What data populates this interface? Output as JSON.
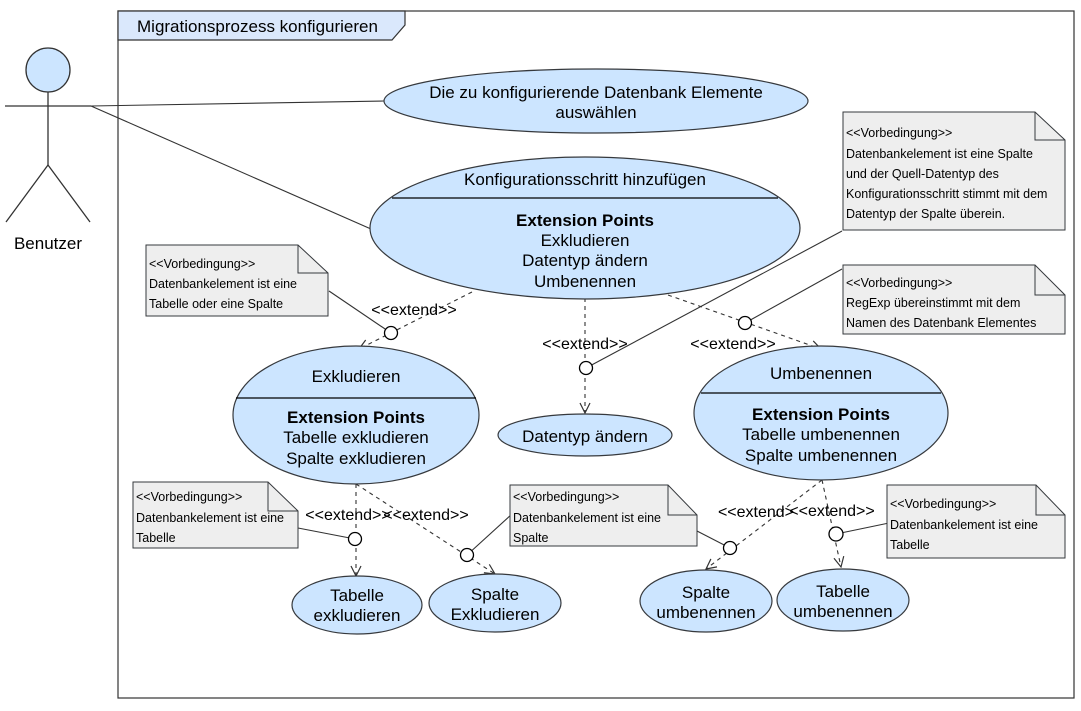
{
  "frame_title": "Migrationsprozess konfigurieren",
  "actor": {
    "label": "Benutzer"
  },
  "extend_label": "<<extend>>",
  "extension_points_title": "Extension Points",
  "use_cases": {
    "select": {
      "line1": "Die zu konfigurierende Datenbank Elemente",
      "line2": "auswählen"
    },
    "add_step": {
      "title": "Konfigurationsschritt hinzufügen",
      "points": [
        "Exkludieren",
        "Datentyp ändern",
        "Umbenennen"
      ]
    },
    "exclude": {
      "title": "Exkludieren",
      "points": [
        "Tabelle exkludieren",
        "Spalte exkludieren"
      ]
    },
    "datatype": {
      "label": "Datentyp ändern"
    },
    "rename": {
      "title": "Umbenennen",
      "points": [
        "Tabelle umbenennen",
        "Spalte umbenennen"
      ]
    },
    "table_exclude": {
      "line1": "Tabelle",
      "line2": "exkludieren"
    },
    "column_exclude": {
      "line1": "Spalte",
      "line2": "Exkludieren"
    },
    "column_rename": {
      "line1": "Spalte",
      "line2": "umbenennen"
    },
    "table_rename": {
      "line1": "Tabelle",
      "line2": "umbenennen"
    }
  },
  "extend_labels": {
    "exclude": "<<extend>>",
    "datatype": "<<extend>>",
    "rename": "<<extend>>",
    "table_exclude": "<<extend>>",
    "column_exclude": "<<extend>>",
    "column_rename": "<<extend>",
    "table_rename": "<<extend>>"
  },
  "notes": {
    "datatype": [
      "<<Vorbedingung>>",
      "Datenbankelement ist eine Spalte",
      "und der Quell-Datentyp des",
      "Konfigurationsschritt stimmt mit dem",
      "Datentyp der Spalte überein."
    ],
    "rename": [
      "<<Vorbedingung>>",
      "RegExp übereinstimmt mit dem",
      "Namen des Datenbank Elementes"
    ],
    "exclude": [
      "<<Vorbedingung>>",
      "Datenbankelement ist eine",
      "Tabelle oder eine Spalte"
    ],
    "table_exclude": [
      "<<Vorbedingung>>",
      "Datenbankelement ist eine",
      "Tabelle"
    ],
    "column_exclude": [
      "<<Vorbedingung>>",
      "Datenbankelement ist eine",
      "Spalte"
    ],
    "table_rename": [
      "<<Vorbedingung>>",
      "Datenbankelement ist eine",
      "Tabelle"
    ]
  }
}
